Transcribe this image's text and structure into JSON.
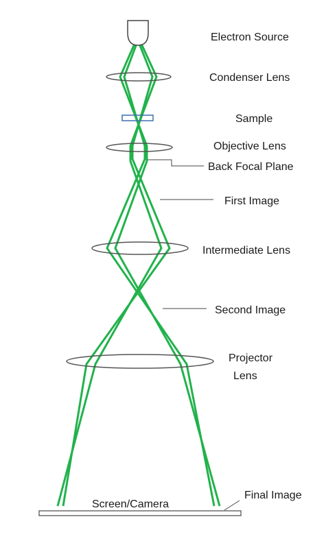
{
  "labels": {
    "electron_source": "Electron Source",
    "condenser_lens": "Condenser Lens",
    "sample": "Sample",
    "objective_lens": "Objective Lens",
    "back_focal_plane": "Back Focal Plane",
    "first_image": "First Image",
    "intermediate_lens": "Intermediate Lens",
    "second_image": "Second Image",
    "projector_lens_line1": "Projector",
    "projector_lens_line2": "Lens",
    "screen_camera": "Screen/Camera",
    "final_image": "Final Image"
  },
  "colors": {
    "beam": "#22b24c",
    "lens": "#555555",
    "sample": "#3f6fb0",
    "leader": "#444444",
    "screen": "#555555"
  }
}
